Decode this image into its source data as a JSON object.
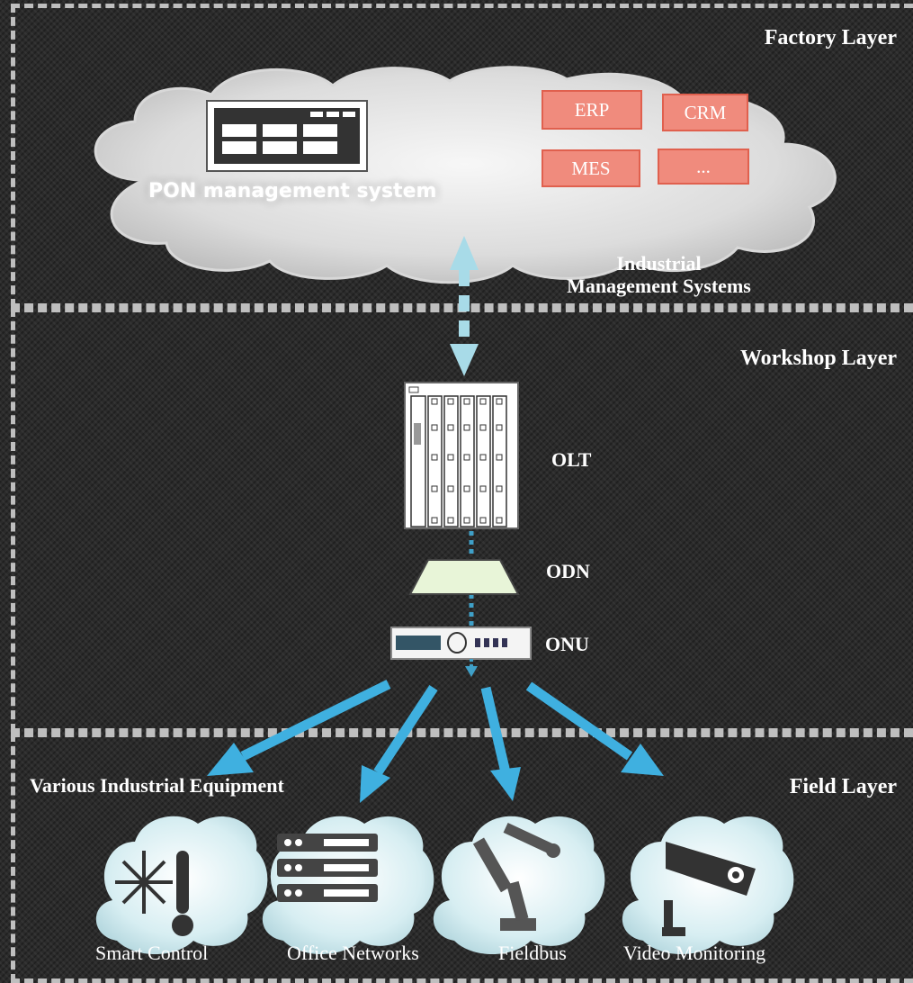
{
  "layers": {
    "factory": "Factory Layer",
    "workshop": "Workshop Layer",
    "field": "Field Layer"
  },
  "cloud": {
    "pon_label": "PON management system",
    "systems": [
      "ERP",
      "CRM",
      "MES",
      "..."
    ],
    "ims_label_line1": "Industrial",
    "ims_label_line2": "Management Systems"
  },
  "devices": {
    "olt": "OLT",
    "odn": "ODN",
    "onu": "ONU"
  },
  "field": {
    "equipment_label": "Various Industrial Equipment",
    "items": [
      "Smart Control",
      "Office Networks",
      "Fieldbus",
      "Video Monitoring"
    ]
  },
  "colors": {
    "arrow": "#3fb0e0",
    "arrow_light": "#a8dbe8",
    "sys_box": "#f08b7d",
    "odn_fill": "#e8f5d8"
  }
}
